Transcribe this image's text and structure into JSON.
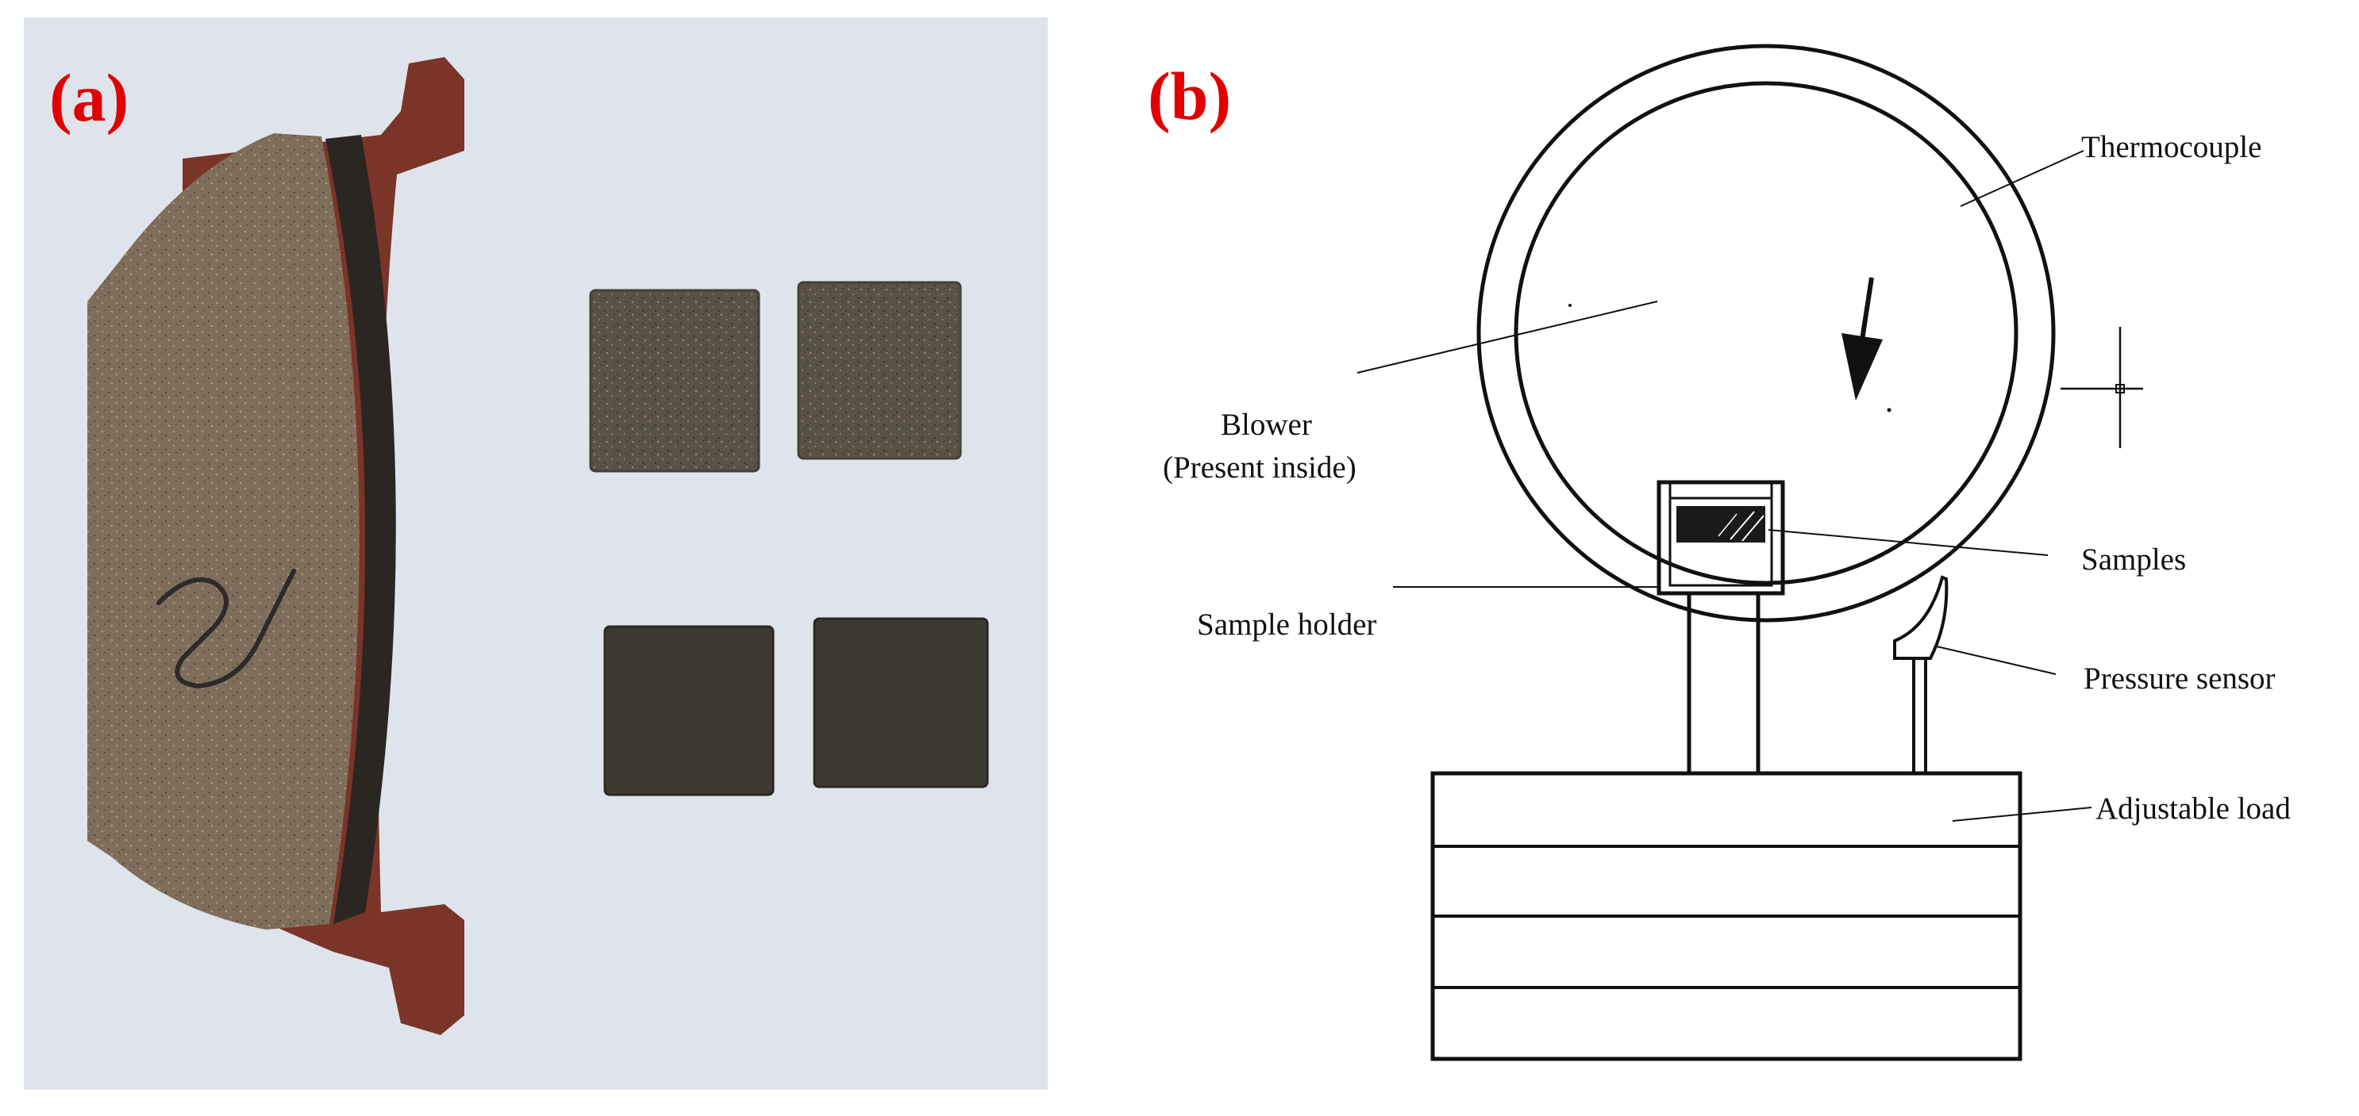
{
  "panel_a": {
    "label": "(a)",
    "photo": {
      "subject": "brake pad with four cut friction material samples",
      "background_color": "#dfe4ec",
      "friction_color": "#7c6b59",
      "backplate_color": "#7a3428",
      "sample_color": "#5a5548",
      "sample_count": 4
    }
  },
  "panel_b": {
    "label": "(b)",
    "callouts": {
      "thermocouple": "Thermocouple",
      "blower_line1": "Blower",
      "blower_line2": "(Present inside)",
      "samples": "Samples",
      "sample_holder": "Sample holder",
      "pressure_sensor": "Pressure sensor",
      "adjustable_load": "Adjustable load"
    }
  },
  "colors": {
    "label_red": "#e00000",
    "line": "#111111"
  }
}
